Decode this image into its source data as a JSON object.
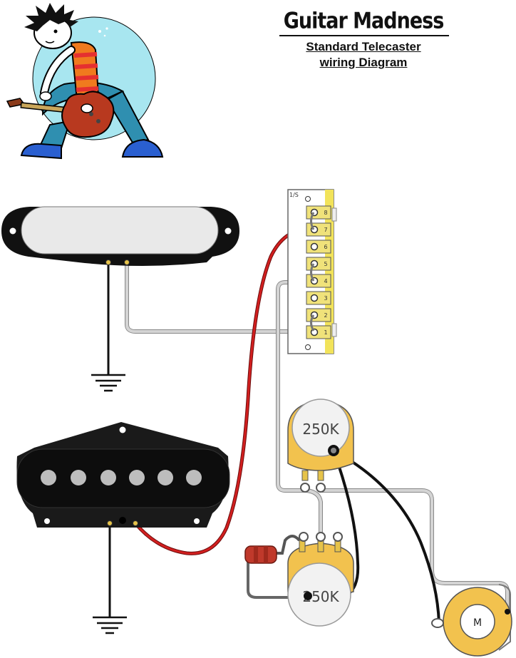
{
  "header": {
    "brand": "Guitar Madness",
    "subtitle_line1": "Standard Telecaster",
    "subtitle_line2": "wiring Diagram"
  },
  "switch": {
    "label": "1/S",
    "terminals": [
      "8",
      "7",
      "6",
      "5",
      "4",
      "3",
      "2",
      "1"
    ]
  },
  "volume_pot": {
    "value_label": "250K"
  },
  "tone_pot": {
    "value_label": "250K"
  },
  "output_jack": {
    "label": "M"
  },
  "colors": {
    "hot_wire": "#d21f1f",
    "ground_wire": "#111111",
    "signal_wire": "#d4d4d4",
    "pot_body": "#f2c24e",
    "switch_terminal": "#f0e27a",
    "capacitor": "#c0392b",
    "background_circle": "#a8e6f0"
  }
}
